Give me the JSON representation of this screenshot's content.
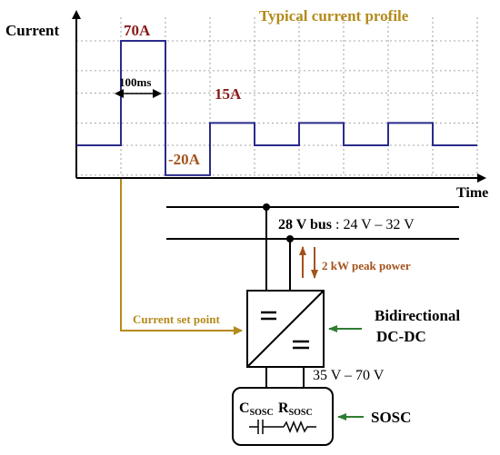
{
  "chart_data": {
    "type": "line",
    "title": "Typical current profile",
    "xlabel": "Time",
    "ylabel": "Current",
    "ylim": [
      -20,
      70
    ],
    "annotations": {
      "peak": "70A",
      "pulse_width": "100ms",
      "plateau": "15A",
      "negative": "-20A"
    },
    "series": [
      {
        "points": [
          [
            0,
            0
          ],
          [
            10,
            0
          ],
          [
            10,
            70
          ],
          [
            20,
            70
          ],
          [
            20,
            -20
          ],
          [
            30,
            -20
          ],
          [
            30,
            15
          ],
          [
            40,
            15
          ],
          [
            40,
            0
          ],
          [
            50,
            0
          ],
          [
            50,
            15
          ],
          [
            60,
            15
          ],
          [
            60,
            0
          ],
          [
            70,
            0
          ],
          [
            70,
            15
          ],
          [
            80,
            15
          ],
          [
            80,
            0
          ],
          [
            90,
            0
          ]
        ]
      }
    ]
  },
  "diagram": {
    "bus_bold": "28 V bus",
    "bus_range": ": 24 V – 32 V",
    "peak_power": "2 kW peak power",
    "set_point": "Current set point",
    "converter_line1": "Bidirectional",
    "converter_line2": "DC-DC",
    "sosc_voltage": "35 V – 70 V",
    "sosc_label": "SOSC",
    "c_main": "C",
    "c_sub": "SOSC",
    "r_main": "R",
    "r_sub": "SOSC"
  },
  "colors": {
    "waveform": "#2b2b8c",
    "grid": "#888888",
    "set_point_line": "#b48a1a",
    "power_arrows": "#a4521c",
    "green_arrows": "#2e7d32",
    "label_red": "#8b1a1a"
  }
}
